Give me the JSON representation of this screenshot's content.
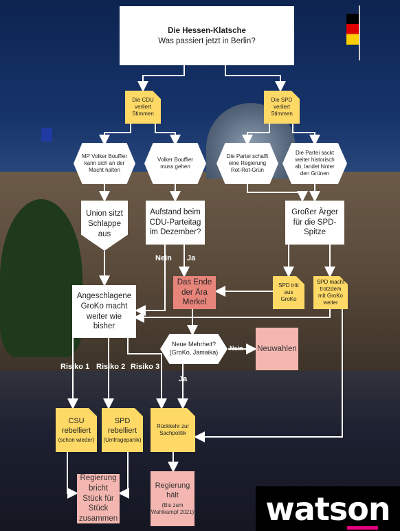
{
  "colors": {
    "note_yellow": "#ffd966",
    "result_pink": "#f4b6b0",
    "result_red": "#e8857b",
    "connector": "#ffffff",
    "logo_bg": "#000000",
    "logo_accent": "#e6007e"
  },
  "title": {
    "main": "Die Hessen-Klatsche",
    "sub": "Was passiert jetzt in Berlin?"
  },
  "nodes": {
    "cdu_loses": "Die CDU verliert Stimmen",
    "spd_loses": "Die SPD verliert Stimmen",
    "bouffier_stays": "MP Volker Bouffier kann sich an der Macht halten",
    "bouffier_goes": "Volker Bouffier muss gehen",
    "rrg": "Die Partei schafft eine Regierung Rot-Rot-Grün",
    "spd_historic": "Die Partei sackt weiter historisch ab, landet hinter den Grünen",
    "union_weak": "Union sitzt Schlappe aus",
    "cdu_uprising": "Aufstand beim CDU-Parteitag im Dezember?",
    "spd_anger": "Großer Ärger für die SPD-Spitze",
    "merkel_end": "Das Ende der Ära Merkel",
    "spd_exit": "SPD tritt aus GroKo",
    "spd_continue": "SPD macht trotzdem mit GroKo weiter",
    "groko_weiter": "Angeschlagene GroKo macht weiter wie bisher",
    "neue_mehrheit": "Neue Mehrheit? (GroKo, Jamaika)",
    "neuwahlen": "Neuwahlen",
    "csu_main": "CSU rebelliert",
    "csu_sub": "(schon wieder)",
    "spd_rebel_main": "SPD rebelliert",
    "spd_rebel_sub": "(Umfragepanik)",
    "sachpolitik": "Rückkehr zur Sachpolitik",
    "collapse": "Regierung bricht Stück für Stück zusammen",
    "holds_main": "Regierung hält",
    "holds_sub": "(Bis zum Wahlkampf 2021)"
  },
  "labels": {
    "nein_1": "Nein",
    "ja_1": "Ja",
    "nein_2": "Nein",
    "ja_2": "Ja",
    "risiko_1": "Risiko 1",
    "risiko_2": "Risiko 2",
    "risiko_3": "Risiko 3"
  },
  "logo": "watson"
}
